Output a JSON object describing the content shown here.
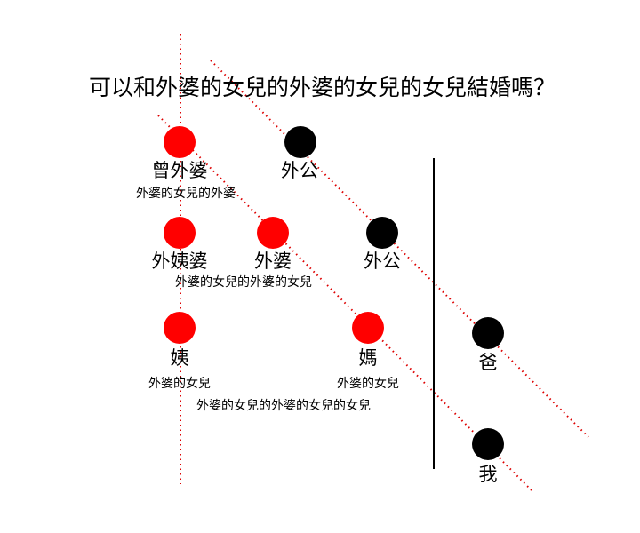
{
  "title": "可以和外婆的女兒的外婆的女兒的女兒結婚嗎？",
  "colors": {
    "female": "#ff0000",
    "male": "#000000",
    "guide_line": "#dd0000",
    "divider": "#000000"
  },
  "people": {
    "great_grandmother": {
      "name": "曾外婆",
      "relation": "外婆的女兒的外婆",
      "gender": "female"
    },
    "great_grandfather": {
      "name": "外公",
      "gender": "male"
    },
    "great_aunt": {
      "name": "外姨婆",
      "gender": "female"
    },
    "grandmother": {
      "name": "外婆",
      "gender": "female"
    },
    "grandfather": {
      "name": "外公",
      "gender": "male"
    },
    "aunt": {
      "name": "姨",
      "relation": "外婆的女兒",
      "gender": "female"
    },
    "mother": {
      "name": "媽",
      "relation": "外婆的女兒",
      "gender": "female"
    },
    "father": {
      "name": "爸",
      "gender": "male"
    },
    "me": {
      "name": "我",
      "gender": "male"
    }
  },
  "annotations": {
    "row2_relation": "外婆的女兒的外婆的女兒",
    "row3_relation": "外婆的女兒的外婆的女兒的女兒"
  }
}
